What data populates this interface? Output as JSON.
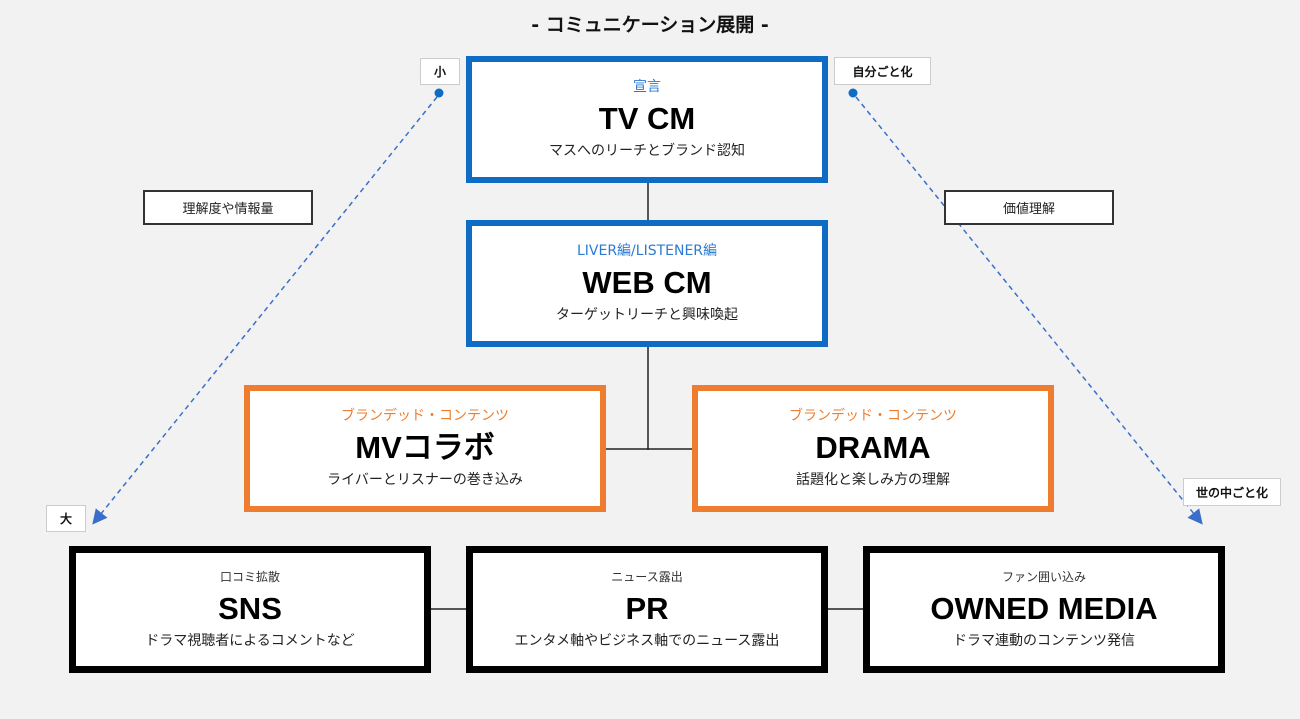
{
  "title": "- コミュニケーション展開 -",
  "colors": {
    "blue": "#0f6cc4",
    "orange": "#ee7d2f",
    "black": "#000000",
    "arrow": "#3a6fc9",
    "background": "#f2f2f2"
  },
  "nodes": {
    "tvcm": {
      "sub": "宣言",
      "main": "TV CM",
      "desc": "マスへのリーチとブランド認知"
    },
    "webcm": {
      "sub": "LIVER編/LISTENER編",
      "main": "WEB CM",
      "desc": "ターゲットリーチと興味喚起"
    },
    "mv": {
      "sub": "ブランデッド・コンテンツ",
      "main": "MVコラボ",
      "desc": "ライバーとリスナーの巻き込み"
    },
    "drama": {
      "sub": "ブランデッド・コンテンツ",
      "main": "DRAMA",
      "desc": "話題化と楽しみ方の理解"
    },
    "sns": {
      "sub": "口コミ拡散",
      "main": "SNS",
      "desc": "ドラマ視聴者によるコメントなど"
    },
    "pr": {
      "sub": "ニュース露出",
      "main": "PR",
      "desc": "エンタメ軸やビジネス軸でのニュース露出"
    },
    "owned": {
      "sub": "ファン囲い込み",
      "main": "OWNED MEDIA",
      "desc": "ドラマ連動のコンテンツ発信"
    }
  },
  "axes": {
    "left": {
      "start_tag": "小",
      "end_tag": "大",
      "label": "理解度や情報量"
    },
    "right": {
      "start_tag": "自分ごと化",
      "end_tag": "世の中ごと化",
      "label": "価値理解"
    }
  }
}
